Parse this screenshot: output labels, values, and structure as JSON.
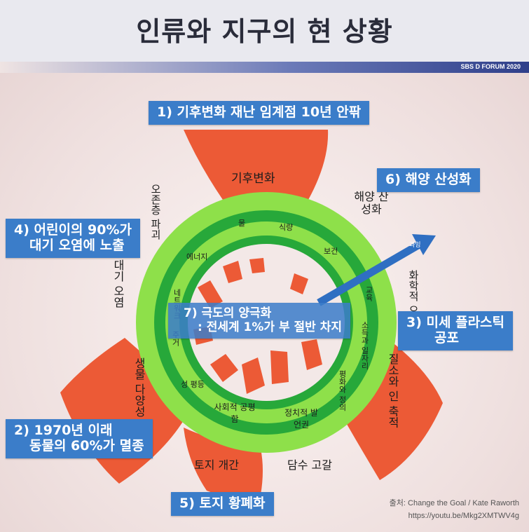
{
  "title": "인류와 지구의 현 상황",
  "brand": "SBS D FORUM 2020",
  "callouts": {
    "c1": "1) 기후변화 재난 임계점 10년 안팎",
    "c2_line1": "2) 1970년 이래",
    "c2_line2": "동물의 60%가 멸종",
    "c3_line1": "3) 미세 플라스틱",
    "c3_line2": "공포",
    "c4_line1": "4) 어린이의 90%가",
    "c4_line2": "대기 오염에 노출",
    "c5": "5) 토지 황폐화",
    "c6": "6) 해양 산성화",
    "c7_line1": "7) 극도의 양극화",
    "c7_line2": ": 전세계 1%가 부 절반 차지"
  },
  "outer_labels": {
    "climate": "기후변화",
    "ocean_acid": "해양 산성화",
    "chemical": "화학적 오염",
    "nitrogen": "질소와 인 축적",
    "freshwater": "담수 고갈",
    "land": "토지 개간",
    "biodiversity": "생물 다양성 손실",
    "air": "대기 오염",
    "ozone": "오존층 파괴"
  },
  "ring_labels": {
    "water": "물",
    "food": "식량",
    "health": "보건",
    "education": "교육",
    "income_work": "소득과 일자리",
    "peace_justice": "평화와 정의",
    "political_voice": "정치적 발언권",
    "social_equity": "사회적 공평함",
    "gender": "성 평등",
    "housing": "주거",
    "networks": "네트워크",
    "energy": "에너지"
  },
  "arrow_label": "과잉",
  "source": {
    "line1": "출처: Change the Goal / Kate Raworth",
    "line2": "https://youtu.be/Mkg2XMTWV4g"
  },
  "colors": {
    "overshoot": "#ec5a36",
    "ring_light": "#8ee04a",
    "ring_dark": "#27a83a",
    "callout": "#3b7dc9"
  }
}
